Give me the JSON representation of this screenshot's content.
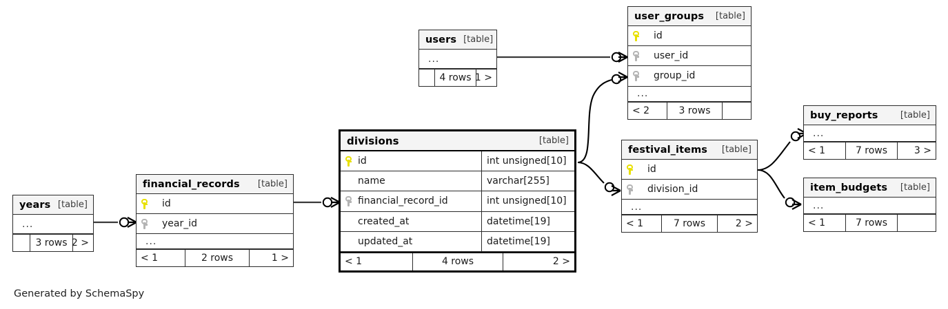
{
  "caption": "Generated by SchemaSpy",
  "table_tag": "[table]",
  "ellipsis": "...",
  "colors": {
    "pk_key": "#e8e000",
    "fk_key": "#b4b4b4",
    "header_bg": "#f4f4f4",
    "border": "#2b2b2b",
    "focal_border": "#000000"
  },
  "tables": [
    {
      "name": "years",
      "tag": "[table]",
      "rows": [
        {
          "key": "none",
          "name": "...",
          "type": ""
        }
      ],
      "footer": {
        "left": "",
        "center": "3 rows",
        "right": "2 >"
      },
      "focal": false
    },
    {
      "name": "financial_records",
      "tag": "[table]",
      "rows": [
        {
          "key": "pk",
          "name": "id",
          "type": ""
        },
        {
          "key": "fk",
          "name": "year_id",
          "type": ""
        },
        {
          "key": "none",
          "name": "...",
          "type": ""
        }
      ],
      "footer": {
        "left": "< 1",
        "center": "2 rows",
        "right": "1 >"
      },
      "focal": false
    },
    {
      "name": "divisions",
      "tag": "[table]",
      "rows": [
        {
          "key": "pk",
          "name": "id",
          "type": "int unsigned[10]"
        },
        {
          "key": "none",
          "name": "name",
          "type": "varchar[255]"
        },
        {
          "key": "fk",
          "name": "financial_record_id",
          "type": "int unsigned[10]"
        },
        {
          "key": "none",
          "name": "created_at",
          "type": "datetime[19]"
        },
        {
          "key": "none",
          "name": "updated_at",
          "type": "datetime[19]"
        }
      ],
      "footer": {
        "left": "< 1",
        "center": "4 rows",
        "right": "2 >"
      },
      "focal": true
    },
    {
      "name": "users",
      "tag": "[table]",
      "rows": [
        {
          "key": "none",
          "name": "...",
          "type": ""
        }
      ],
      "footer": {
        "left": "",
        "center": "4 rows",
        "right": "1 >"
      },
      "focal": false
    },
    {
      "name": "user_groups",
      "tag": "[table]",
      "rows": [
        {
          "key": "pk",
          "name": "id",
          "type": ""
        },
        {
          "key": "fk",
          "name": "user_id",
          "type": ""
        },
        {
          "key": "fk",
          "name": "group_id",
          "type": ""
        },
        {
          "key": "none",
          "name": "...",
          "type": ""
        }
      ],
      "footer": {
        "left": "< 2",
        "center": "3 rows",
        "right": ""
      },
      "focal": false
    },
    {
      "name": "festival_items",
      "tag": "[table]",
      "rows": [
        {
          "key": "pk",
          "name": "id",
          "type": ""
        },
        {
          "key": "fk",
          "name": "division_id",
          "type": ""
        },
        {
          "key": "none",
          "name": "...",
          "type": ""
        }
      ],
      "footer": {
        "left": "< 1",
        "center": "7 rows",
        "right": "2 >"
      },
      "focal": false
    },
    {
      "name": "buy_reports",
      "tag": "[table]",
      "rows": [
        {
          "key": "none",
          "name": "...",
          "type": ""
        }
      ],
      "footer": {
        "left": "< 1",
        "center": "7 rows",
        "right": "3 >"
      },
      "focal": false
    },
    {
      "name": "item_budgets",
      "tag": "[table]",
      "rows": [
        {
          "key": "none",
          "name": "...",
          "type": ""
        }
      ],
      "footer": {
        "left": "< 1",
        "center": "7 rows",
        "right": ""
      },
      "focal": false
    }
  ],
  "relationships": [
    {
      "from": "years",
      "to": "financial_records.year_id"
    },
    {
      "from": "financial_records.id",
      "to": "divisions.financial_record_id"
    },
    {
      "from": "users",
      "to": "user_groups.user_id"
    },
    {
      "from": "divisions.id",
      "to": "user_groups.group_id"
    },
    {
      "from": "divisions.id",
      "to": "festival_items.division_id"
    },
    {
      "from": "festival_items.id",
      "to": "buy_reports"
    },
    {
      "from": "festival_items.id",
      "to": "item_budgets"
    }
  ]
}
